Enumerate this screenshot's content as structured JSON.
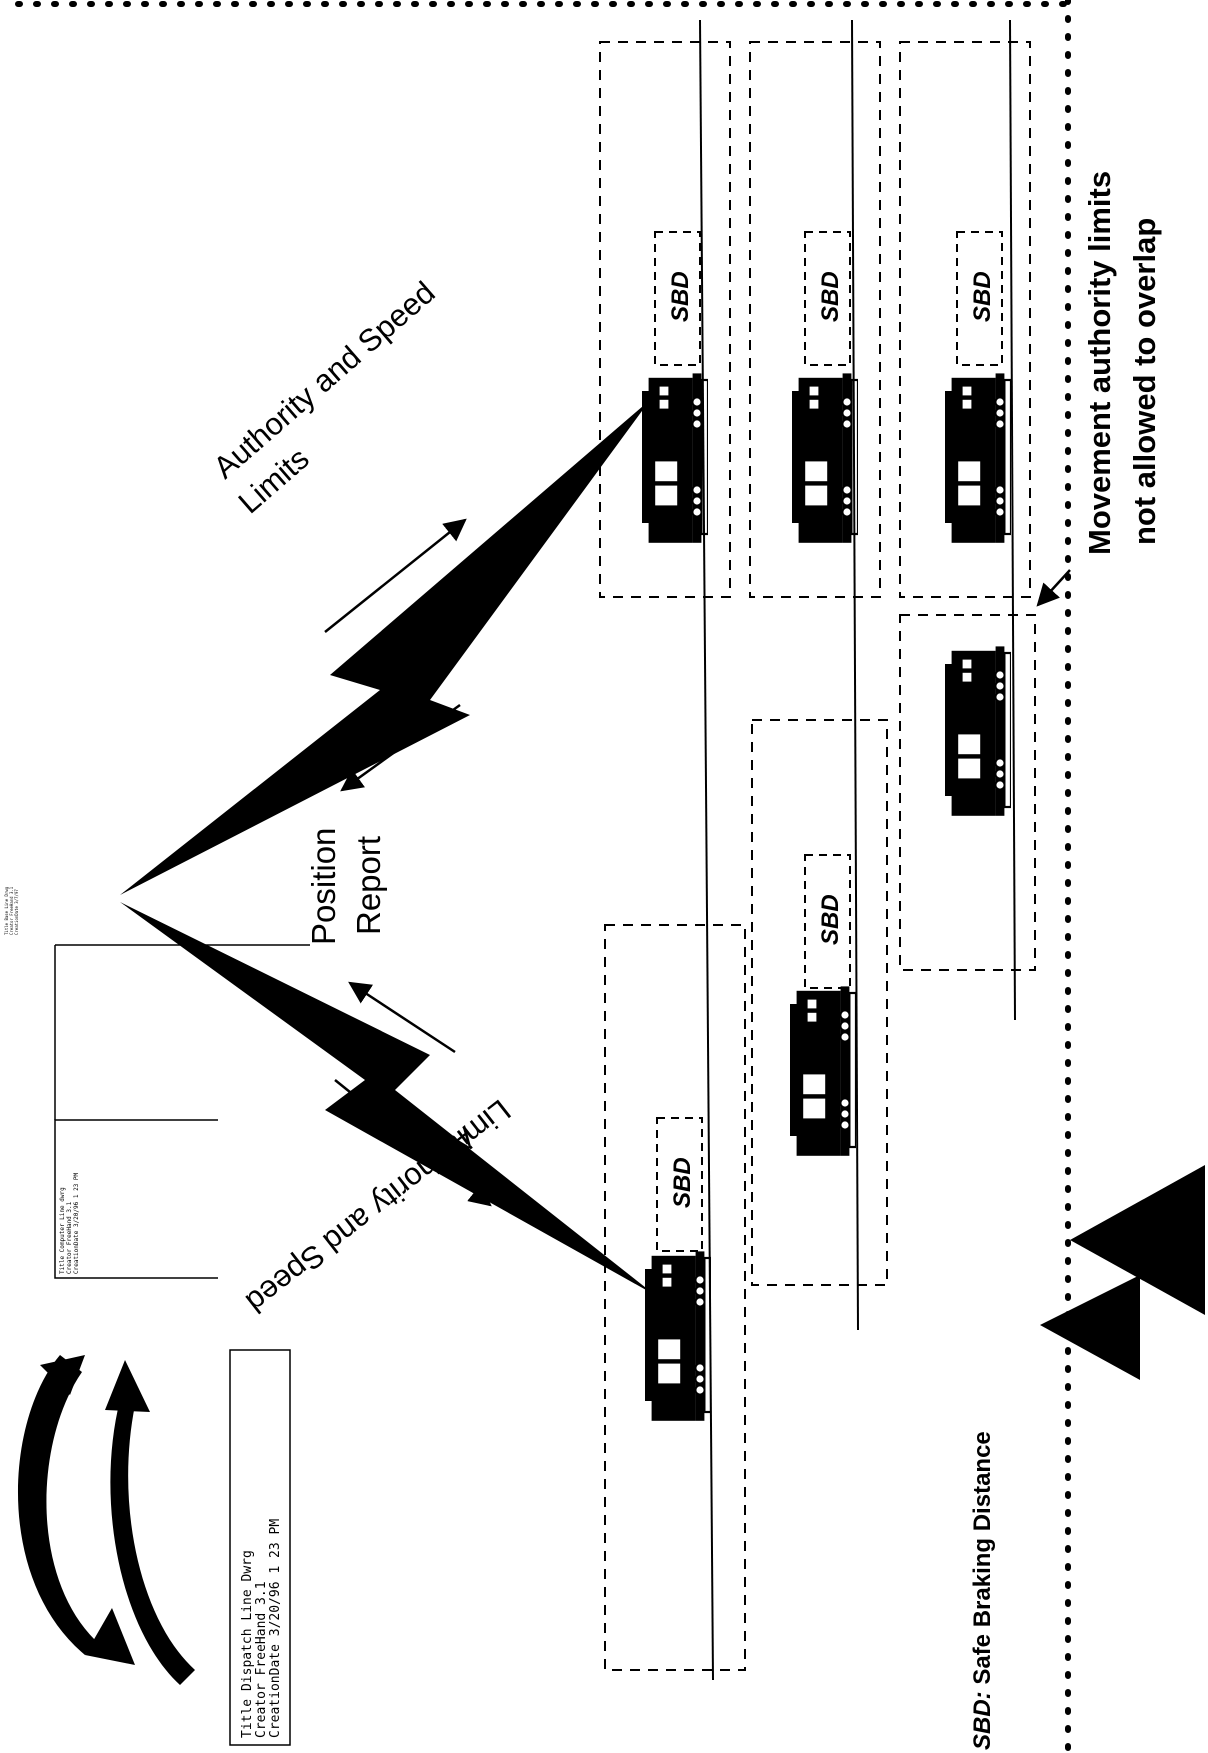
{
  "labels": {
    "authority_speed_upper": "Authority and Speed",
    "limits_upper": "Limits",
    "authority_speed_lower": "Authority and Speed",
    "limits_lower": "Limits",
    "position": "Position",
    "report": "Report",
    "sbd": "SBD",
    "movement_line1": "Movement authority limits",
    "movement_line2": "not allowed to overlap",
    "legend_abbr": "SBD:",
    "legend_text": " Safe Braking Distance"
  },
  "dispatch_box": {
    "line1": "Title   Dispatch Line Dwrg",
    "line2": "Creator   FreeHand 3.1",
    "line3": "CreationDate   3/20/96  1 23 PM"
  },
  "computer_box": {
    "line1": "Title  Computer Line dwrg",
    "line2": "Creator   FreeHand 3.1",
    "line3": "CreationDate  3/20/96  1 23 PM"
  },
  "tiny_box": {
    "line1": "Title  Base Line Drwg",
    "line2": "Creator  FreeHand 3.1",
    "line3": "CreationDate  3/7/97"
  },
  "colors": {
    "ink": "#000000",
    "paper": "#ffffff"
  }
}
